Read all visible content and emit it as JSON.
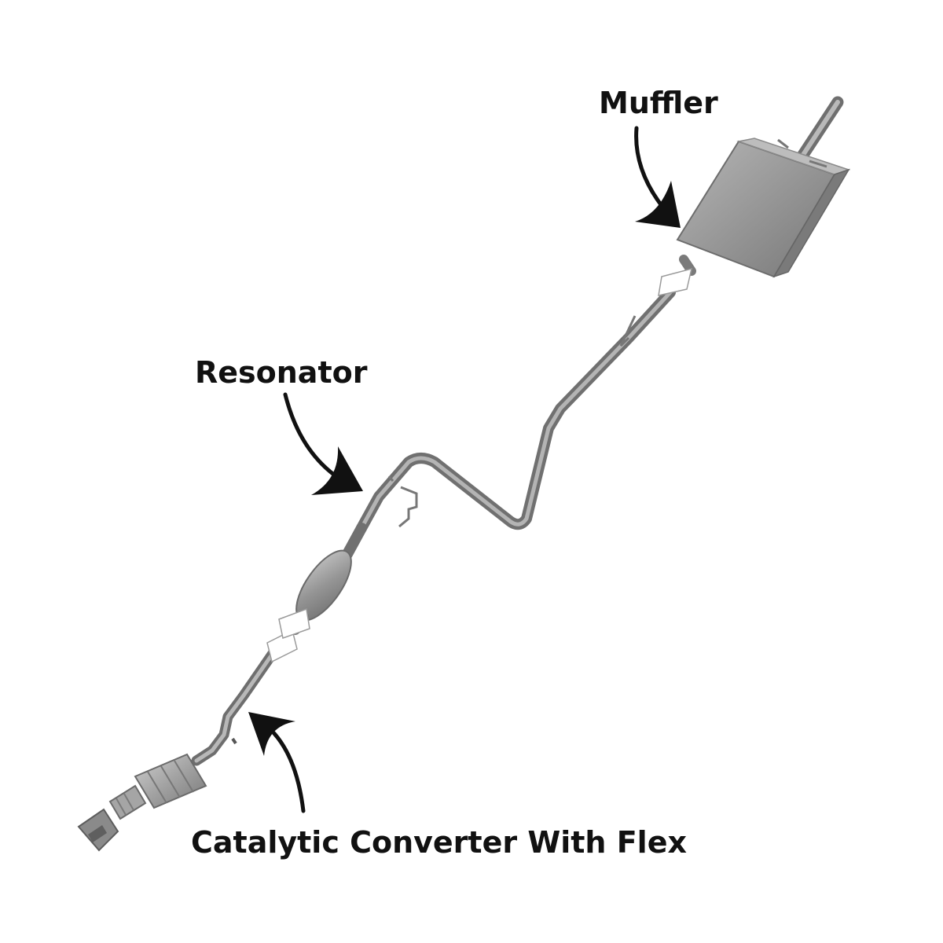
{
  "labels": {
    "muffler": "Muffler",
    "resonator": "Resonator",
    "catalytic_converter": "Catalytic Converter With Flex"
  },
  "colors": {
    "background": "#ffffff",
    "text": "#111111",
    "arrow": "#111111",
    "pipe": "#8e8e8e",
    "pipe_highlight": "#c4c4c4",
    "pipe_shadow": "#6a6a6a",
    "muffler_body": "#9c9c9c",
    "muffler_shade": "#7d7d7d"
  },
  "icons": [
    "muffler-arrow-icon",
    "resonator-arrow-icon",
    "catalytic-converter-arrow-icon"
  ]
}
